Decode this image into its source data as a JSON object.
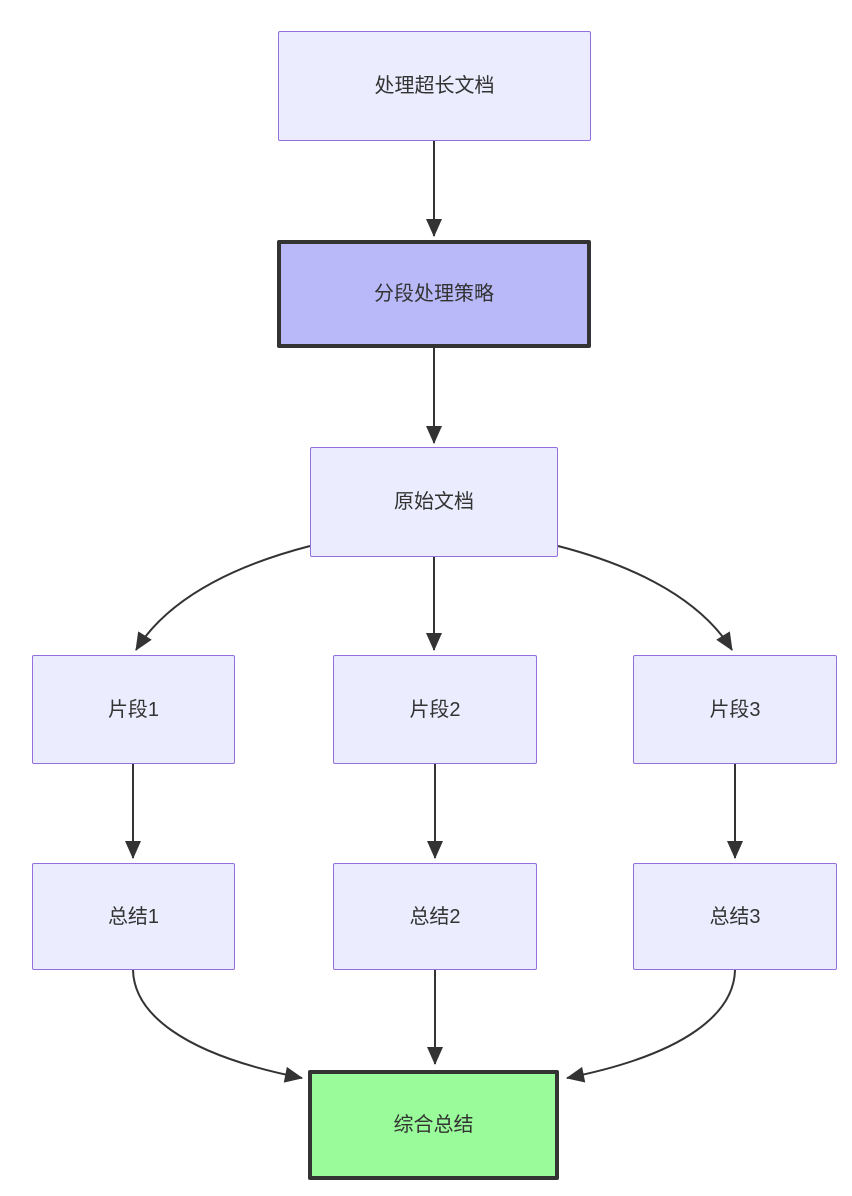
{
  "diagram": {
    "type": "flowchart",
    "direction": "top-down",
    "colors": {
      "node_fill_default": "#ECECFF",
      "node_border_default": "#9370DB",
      "node_fill_strategy": "#b9b9f9",
      "node_fill_final": "#99fb99",
      "node_border_emphasis": "#333333",
      "edge_stroke": "#333333",
      "text_color": "#333333",
      "background": "#ffffff"
    },
    "nodes": [
      {
        "id": "A",
        "label": "处理超长文档",
        "style": "default"
      },
      {
        "id": "B",
        "label": "分段处理策略",
        "style": "emphasis-purple"
      },
      {
        "id": "C",
        "label": "原始文档",
        "style": "default"
      },
      {
        "id": "D1",
        "label": "片段1",
        "style": "default"
      },
      {
        "id": "D2",
        "label": "片段2",
        "style": "default"
      },
      {
        "id": "D3",
        "label": "片段3",
        "style": "default"
      },
      {
        "id": "S1",
        "label": "总结1",
        "style": "default"
      },
      {
        "id": "S2",
        "label": "总结2",
        "style": "default"
      },
      {
        "id": "S3",
        "label": "总结3",
        "style": "default"
      },
      {
        "id": "F",
        "label": "综合总结",
        "style": "emphasis-green"
      }
    ],
    "edges": [
      {
        "from": "A",
        "to": "B",
        "from_label": "处理超长文档",
        "to_label": "分段处理策略"
      },
      {
        "from": "B",
        "to": "C",
        "from_label": "分段处理策略",
        "to_label": "原始文档"
      },
      {
        "from": "C",
        "to": "D1",
        "from_label": "原始文档",
        "to_label": "片段1"
      },
      {
        "from": "C",
        "to": "D2",
        "from_label": "原始文档",
        "to_label": "片段2"
      },
      {
        "from": "C",
        "to": "D3",
        "from_label": "原始文档",
        "to_label": "片段3"
      },
      {
        "from": "D1",
        "to": "S1",
        "from_label": "片段1",
        "to_label": "总结1"
      },
      {
        "from": "D2",
        "to": "S2",
        "from_label": "片段2",
        "to_label": "总结2"
      },
      {
        "from": "D3",
        "to": "S3",
        "from_label": "片段3",
        "to_label": "总结3"
      },
      {
        "from": "S1",
        "to": "F",
        "from_label": "总结1",
        "to_label": "综合总结"
      },
      {
        "from": "S2",
        "to": "F",
        "from_label": "总结2",
        "to_label": "综合总结"
      },
      {
        "from": "S3",
        "to": "F",
        "from_label": "总结3",
        "to_label": "综合总结"
      }
    ]
  }
}
